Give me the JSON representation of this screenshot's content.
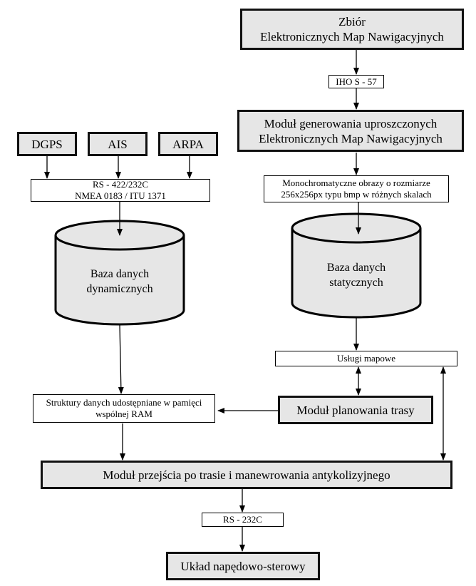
{
  "zbior": {
    "line1": "Zbiór",
    "line2": "Elektronicznych Map Nawigacyjnych"
  },
  "iho": "IHO S - 57",
  "modul_gen": {
    "line1": "Moduł generowania uproszczonych",
    "line2": "Elektronicznych Map Nawigacyjnych"
  },
  "mono": {
    "line1": "Monochromatyczne obrazy o rozmiarze",
    "line2": "256x256px typu bmp w różnych skalach"
  },
  "sensors": {
    "dgps": "DGPS",
    "ais": "AIS",
    "arpa": "ARPA"
  },
  "rs422": {
    "line1": "RS - 422/232C",
    "line2": "NMEA 0183 / ITU 1371"
  },
  "db_dyn": {
    "line1": "Baza danych",
    "line2": "dynamicznych"
  },
  "db_stat": {
    "line1": "Baza danych",
    "line2": "statycznych"
  },
  "uslugi": "Usługi mapowe",
  "struktury": {
    "line1": "Struktury danych udostępniane w pamięci",
    "line2": "wspólnej RAM"
  },
  "planowanie": "Moduł planowania trasy",
  "przejscie": "Moduł przejścia po trasie i manewrowania antykolizyjnego",
  "rs232": "RS - 232C",
  "uklad": "Układ napędowo-sterowy"
}
